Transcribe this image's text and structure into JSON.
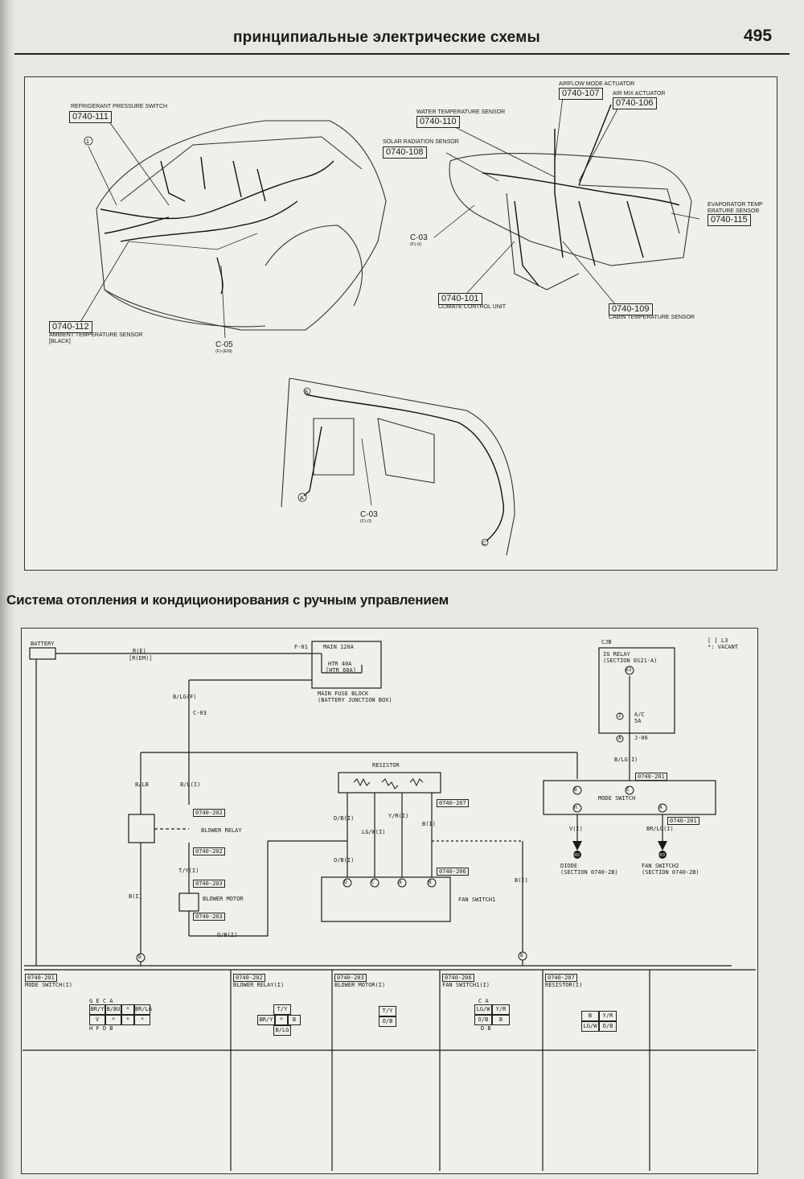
{
  "header": {
    "title": "принципиальные электрические схемы",
    "page_number": "495"
  },
  "location_diagrams": {
    "engine_bay": {
      "refrigerant_pressure_switch": {
        "label": "REFRIGERANT PRESSURE SWITCH",
        "code": "0740-111"
      },
      "ambient_sensor": {
        "code": "0740-112",
        "label_line1": "AMBIENT TEMPERATURE SENSOR",
        "label_line2": "[BLACK]"
      },
      "connector": {
        "name": "C-05",
        "sub": "(F)-(EM)"
      },
      "callout": "1"
    },
    "dashboard": {
      "airflow_actuator": {
        "label": "AIRFLOW MODE ACTUATOR",
        "code": "0740-107"
      },
      "air_mix_actuator": {
        "label": "AIR MIX ACTUATOR",
        "code": "0740-106"
      },
      "water_temp_sensor": {
        "label": "WATER TEMPERATURE SENSOR",
        "code": "0740-110"
      },
      "solar_sensor": {
        "label": "SOLAR RADIATION SENSOR",
        "code": "0740-108"
      },
      "evaporator_sensor": {
        "label_line1": "EVAPORATOR TEMP",
        "label_line2": "ERATURE SENSOR",
        "code": "0740-115"
      },
      "connector": {
        "name": "C-03",
        "sub": "(F)-(I)"
      },
      "climate_unit": {
        "code": "0740-101",
        "label": "CLIMATE CONTROL UNIT"
      },
      "cabin_sensor": {
        "code": "0740-109",
        "label": "CABIN TEMPERATURE SENSOR"
      }
    },
    "interior": {
      "connector": {
        "name": "C-03",
        "sub": "(F)-(I)"
      },
      "callouts": [
        "A",
        "B",
        "C"
      ]
    }
  },
  "section_title": "Система отопления и кондиционирования с ручным управлением",
  "schematic": {
    "battery": "BATTERY",
    "wire_r": "R(E)",
    "wire_r_em": "[R(EM)]",
    "f01": "F-01",
    "main_fuse": "MAIN 120A",
    "htr_fuse": "HTR 40A",
    "htr_fuse_alt": "[HTR 60A]",
    "fuse_block_line1": "MAIN FUSE BLOCK",
    "fuse_block_line2": "(BATTERY JUNCTION BOX)",
    "legend_line1": "[ ] L3",
    "legend_line2": "*: VACANT",
    "cjb": "CJB",
    "ig_relay": "IG RELAY",
    "ig_relay_section": "(SECTION 0S21-a)",
    "ig_relay_pin": "63",
    "ac_fuse": "A/C",
    "ac_fuse_val": "5A",
    "ac_fuse_pin": "2",
    "j06_pin": "A",
    "j06": "J-06",
    "wire_blg_f": "B/LG(F)",
    "c03": "C-03",
    "wire_blb": "B/LB",
    "wire_bl_i": "B/L(I)",
    "wire_blg_i": "B/LG(I)",
    "blower_relay_code": "0740-202",
    "blower_relay": "BLOWER RELAY",
    "wire_ty": "T/Y(I)",
    "blower_motor_code": "0740-203",
    "blower_motor": "BLOWER MOTOR",
    "wire_b_i": "B(I)",
    "wire_ob_i": "O/B(I)",
    "resistor": "RESISTOR",
    "resistor_code": "0740-207",
    "wire_db": "D/B(I)",
    "wire_lgw": "LG/W(I)",
    "wire_yr": "Y/R(I)",
    "wire_ob": "O/B(I)",
    "fan_switch_code": "0740-206",
    "fan_switch": "FAN SWITCH1",
    "fan_pins": [
      "D",
      "C",
      "A",
      "B"
    ],
    "mode_switch_code": "0740-201",
    "mode_switch": "MODE SWITCH",
    "mode_pins": [
      "B",
      "E",
      "H",
      "A"
    ],
    "wire_v": "V(I)",
    "wire_brlg": "BR/LG(I)",
    "diode_pin": "202",
    "diode": "DIODE",
    "diode_section": "(SECTION 0740-2b)",
    "fan_switch2_pin": "203",
    "fan_switch2": "FAN SWITCH2",
    "fan_switch2_section": "(SECTION 0740-2b)",
    "ground_b": "B",
    "wire_b_right": "B(I)"
  },
  "connector_table": [
    {
      "code": "0740-201",
      "name": "MODE SWITCH(I)",
      "top_pins": "G E C A",
      "row1": [
        "BR/Y",
        "B/BU",
        "*",
        "BR/LG"
      ],
      "row2": [
        "V",
        "*",
        "*",
        "*"
      ],
      "bottom_pins": "H F D B"
    },
    {
      "code": "0740-202",
      "name": "BLOWER RELAY(I)",
      "row1": [
        "T/Y"
      ],
      "row2": [
        "BR/Y",
        "*",
        "B"
      ],
      "row3": [
        "B/LG"
      ]
    },
    {
      "code": "0740-203",
      "name": "BLOWER MOTOR(I)",
      "row1": [
        "T/Y"
      ],
      "row2": [
        "O/B"
      ]
    },
    {
      "code": "0740-206",
      "name": "FAN SWITCH1(I)",
      "top_pins": "C A",
      "row1": [
        "LG/W",
        "Y/R"
      ],
      "row2": [
        "O/B",
        "B"
      ],
      "bottom_pins": "D B"
    },
    {
      "code": "0740-207",
      "name": "RESISTOR(I)",
      "row1": [
        "B",
        "Y/R"
      ],
      "row2": [
        "LG/W",
        "O/B"
      ]
    }
  ]
}
